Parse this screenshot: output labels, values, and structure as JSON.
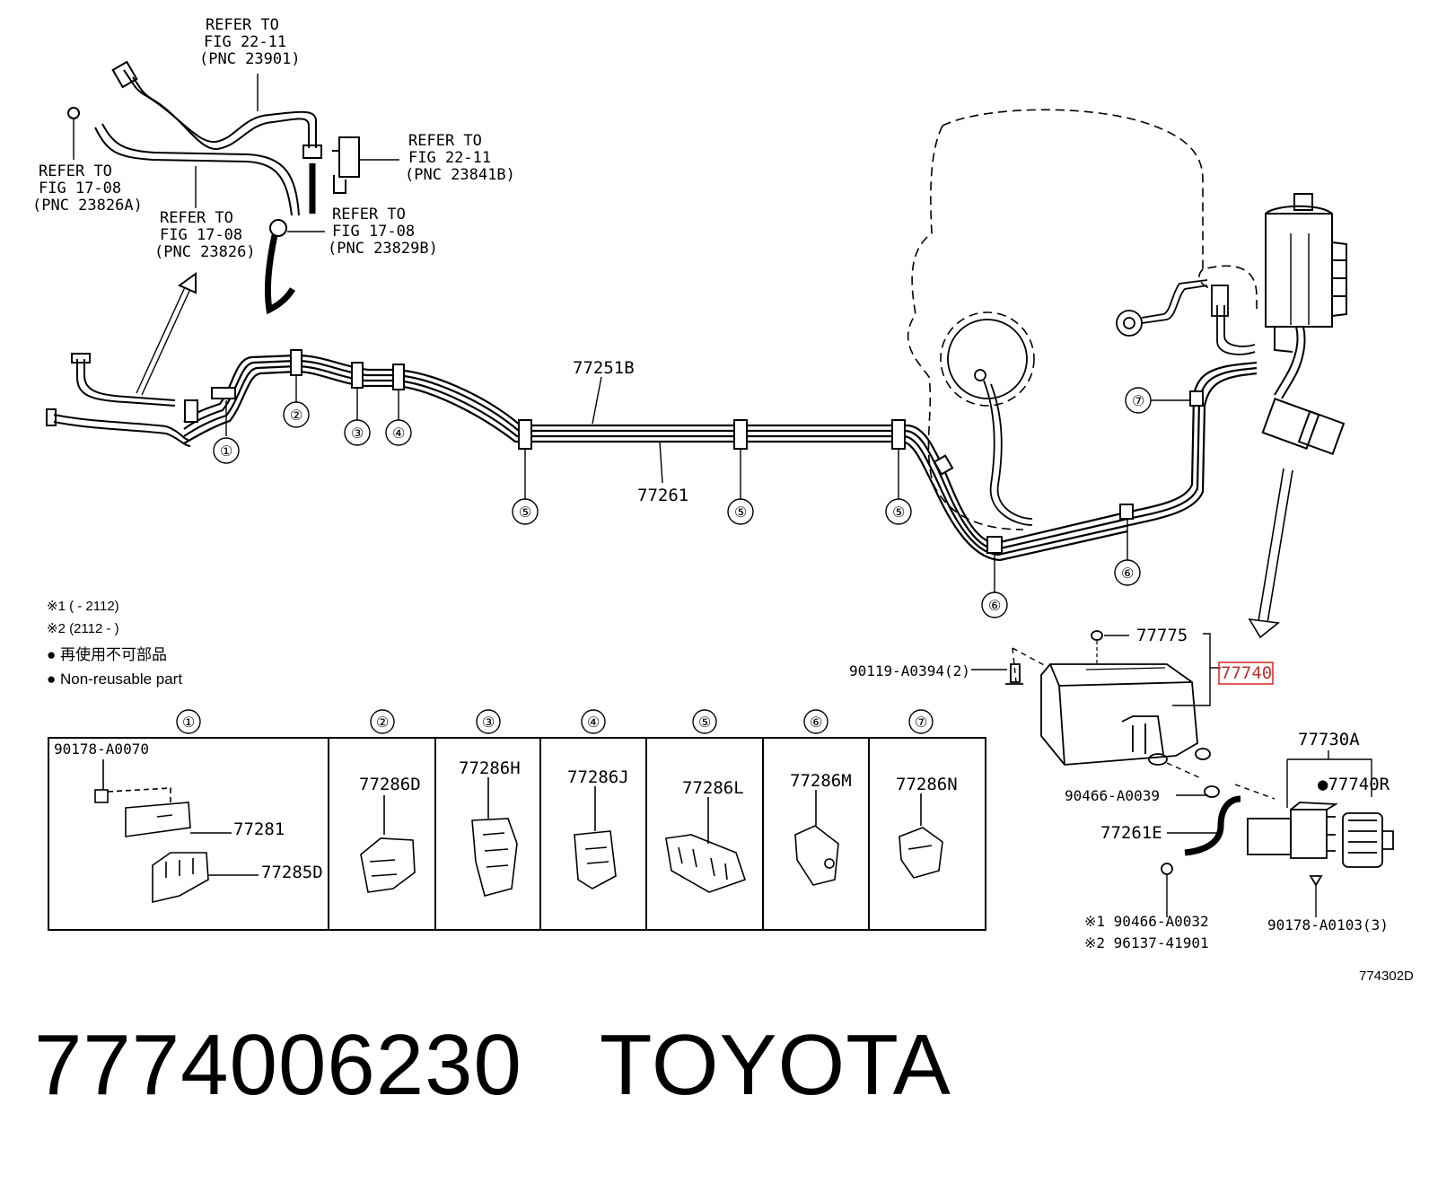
{
  "refs": {
    "r1": [
      "REFER TO",
      "FIG 22-11",
      "(PNC 23901)"
    ],
    "r2": [
      "REFER TO",
      "FIG 22-11",
      "(PNC 23841B)"
    ],
    "r3": [
      "REFER TO",
      "FIG 17-08",
      "(PNC 23826A)"
    ],
    "r4": [
      "REFER TO",
      "FIG 17-08",
      "(PNC 23826)"
    ],
    "r5": [
      "REFER TO",
      "FIG 17-08",
      "(PNC 23829B)"
    ]
  },
  "main_labels": {
    "pipe_b": "77251B",
    "pipe": "77261"
  },
  "circles": [
    "①",
    "②",
    "③",
    "④",
    "⑤",
    "⑥",
    "⑦"
  ],
  "notes": {
    "n1": "※1 (      - 2112)",
    "n2": "※2 (2112 -       )",
    "n3": "● 再使用不可部品",
    "n4": "● Non-reusable part"
  },
  "table": {
    "headers": [
      "①",
      "②",
      "③",
      "④",
      "⑤",
      "⑥",
      "⑦"
    ],
    "cell1": [
      "90178-A0070",
      "77281",
      "77285D"
    ],
    "cells": [
      "77286D",
      "77286H",
      "77286J",
      "77286L",
      "77286M",
      "77286N"
    ]
  },
  "canister": {
    "p77775": "77775",
    "p77740": "77740",
    "bolt": "90119-A0394(2)",
    "p90466": "90466-A0039",
    "p77261e": "77261E",
    "p77730a": "77730A",
    "p77740r": "●77740R",
    "s1": "※1  90466-A0032",
    "s2": "※2  96137-41901",
    "p90178": "90178-A0103(3)",
    "code": "774302D"
  },
  "footer": {
    "part_number": "7774006230",
    "brand": "TOYOTA"
  },
  "colors": {
    "line": "#000000",
    "highlight": "#e03030"
  }
}
